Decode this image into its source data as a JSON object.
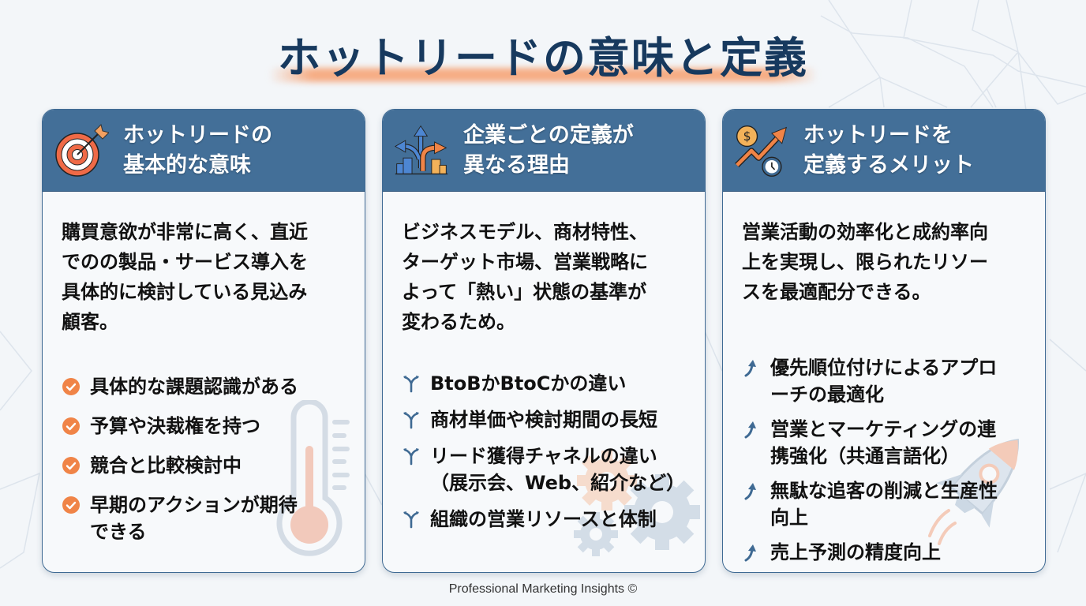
{
  "title": "ホットリードの意味と定義",
  "colors": {
    "title": "#17395e",
    "header_bg": "#436f98",
    "accent_orange": "#f08447",
    "background": "#f3f6f9",
    "icon_blue": "#3f6a93"
  },
  "cards": [
    {
      "icon": "target-arrow-icon",
      "title": "ホットリードの\n基本的な意味",
      "description": "購買意欲が非常に高く、直近\nでのの製品・サービス導入を\n具体的に検討している見込み\n顧客。",
      "bullet_icon": "check-circle-icon",
      "items": [
        "具体的な課題認識がある",
        "予算や決裁権を持つ",
        "競合と比較検討中",
        "早期のアクションが期待\nできる"
      ],
      "decoration": "thermometer-icon"
    },
    {
      "icon": "branching-arrows-buildings-icon",
      "title": "企業ごとの定義が\n異なる理由",
      "description": "ビジネスモデル、商材特性、\nターゲット市場、営業戦略に\nよって「熱い」状態の基準が\n変わるため。",
      "bullet_icon": "fork-icon",
      "items": [
        "BtoBかBtoCかの違い",
        "商材単価や検討期間の長短",
        "リード獲得チャネルの違い\n（展示会、Web、紹介など）",
        "組織の営業リソースと体制"
      ],
      "decoration": "gears-icon"
    },
    {
      "icon": "growth-chart-money-clock-icon",
      "title": "ホットリードを\n定義するメリット",
      "description": "営業活動の効率化と成約率向\n上を実現し、限られたリソー\nスを最適配分できる。",
      "bullet_icon": "curved-up-arrow-icon",
      "items": [
        "優先順位付けによるアプロ\nーチの最適化",
        "営業とマーケティングの連\n携強化（共通言語化）",
        "無駄な追客の削減と生産性\n向上",
        "売上予測の精度向上"
      ],
      "decoration": "rocket-icon"
    }
  ],
  "footer": "Professional Marketing Insights ©"
}
